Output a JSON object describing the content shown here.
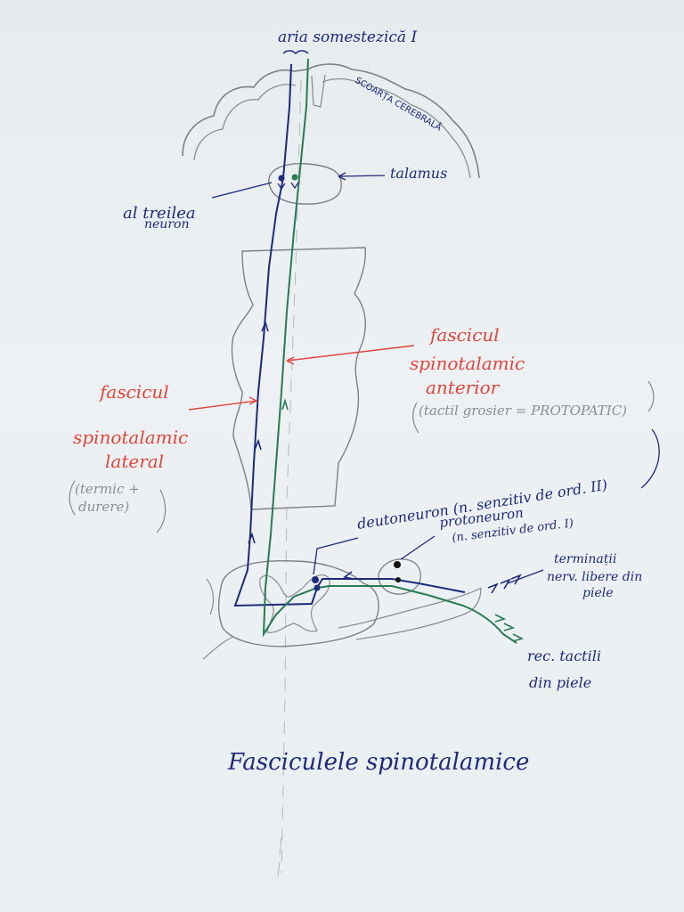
{
  "labels": {
    "area": "aria somestezică I",
    "cortex": "SCOARȚA CEREBRALĂ",
    "thalamus": "talamus",
    "third_neuron_line1": "al treilea",
    "third_neuron_line2": "neuron",
    "ant_line1": "fascicul",
    "ant_line2": "spinotalamic",
    "ant_line3": "anterior",
    "ant_note": "(tactil grosier = PROTOPATIC)",
    "lat_line1": "fascicul",
    "lat_line2": "spinotalamic",
    "lat_line3": "lateral",
    "lat_note1": "(termic +",
    "lat_note2": "durere)",
    "deuto": "deutoneuron (n. senzitiv de ord. II)",
    "proto_line1": "protoneuron",
    "proto_line2": "(n. senzitiv de ord. I)",
    "term_line1": "terminații",
    "term_line2": "nerv. libere din",
    "term_line3": "piele",
    "rec_line1": "rec. tactili",
    "rec_line2": "din piele",
    "title": "Fasciculele spinotalamice"
  },
  "colors": {
    "blue_ink": "#1e2a7a",
    "green_ink": "#2a7a52",
    "red_ink": "#e2453c",
    "pencil": "#8a8f95"
  }
}
